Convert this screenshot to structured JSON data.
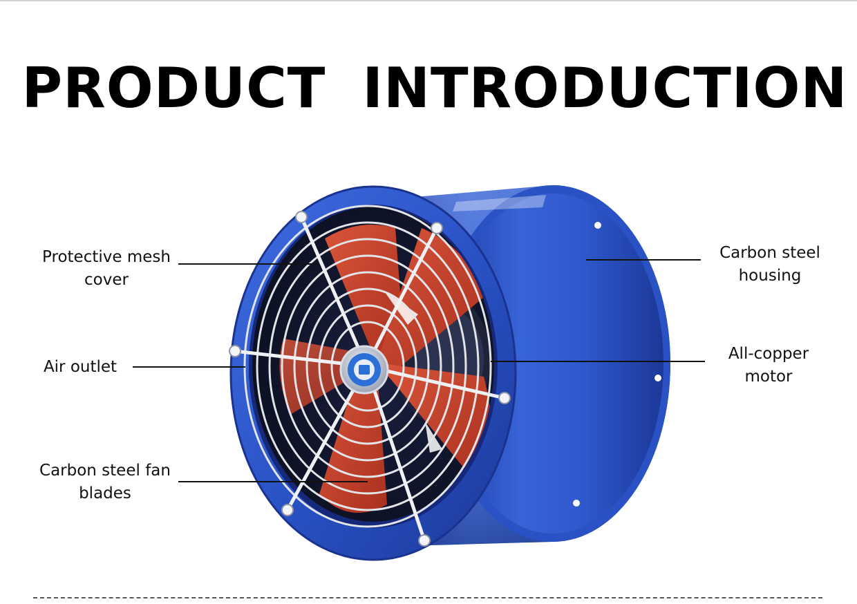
{
  "title": "PRODUCT  INTRODUCTION",
  "labels": {
    "mesh_cover": [
      "Protective mesh",
      "cover"
    ],
    "air_outlet": [
      "Air outlet"
    ],
    "fan_blades": [
      "Carbon steel fan",
      "blades"
    ],
    "housing": [
      "Carbon steel",
      "housing"
    ],
    "motor": [
      "All-copper",
      "motor"
    ]
  },
  "colors": {
    "housing_blue": "#2f55c8",
    "housing_dark": "#1a3594",
    "blade_red": "#c6412b",
    "mesh_silver": "#e2e4e8",
    "leader_line": "#111111"
  }
}
